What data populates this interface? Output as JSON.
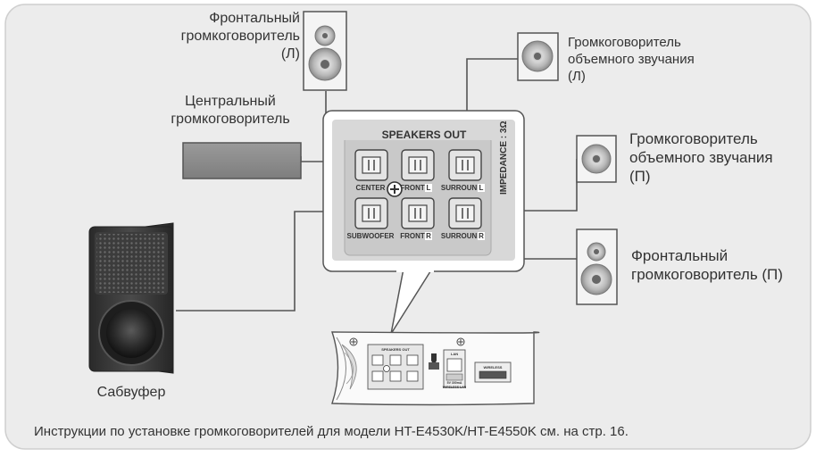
{
  "labels": {
    "front_left": [
      "Фронтальный",
      "громкоговоритель (Л)"
    ],
    "surround_left": [
      "Громкоговоритель",
      "объемного звучания",
      "(Л)"
    ],
    "center": [
      "Центральный",
      "громкоговоритель"
    ],
    "surround_right": [
      "Громкоговоритель",
      "объемного звучания",
      "(П)"
    ],
    "front_right": [
      "Фронтальный",
      "громкоговоритель (П)"
    ],
    "subwoofer": "Сабвуфер"
  },
  "panel": {
    "title": "SPEAKERS OUT",
    "impedance": "IMPEDANCE : 3Ω",
    "terminals": {
      "center": "CENTER",
      "front_l": "FRONT",
      "front_l_side": "L",
      "surround_l": "SURROUND",
      "surround_l_side": "L",
      "subwoofer": "SUBWOOFER",
      "front_r": "FRONT",
      "front_r_side": "R",
      "surround_r": "SURROUND",
      "surround_r_side": "R"
    }
  },
  "rear": {
    "speakers_out": "SPEAKERS OUT",
    "lan": "LAN",
    "wireless_lan": "WIRELESS LAN",
    "lan_spec": "5V 300mA",
    "wireless": "WIRELESS"
  },
  "footer": "Инструкции по установке громкоговорителей для модели HT-E4530K/HT-E4550K см. на стр. 16.",
  "colors": {
    "background": "#ececec",
    "frame": "#c8c8c8",
    "panel": "#d6d6d6",
    "terminal": "#e2e2e2",
    "wire": "#555555",
    "subwoofer": "#3a3a3a"
  }
}
